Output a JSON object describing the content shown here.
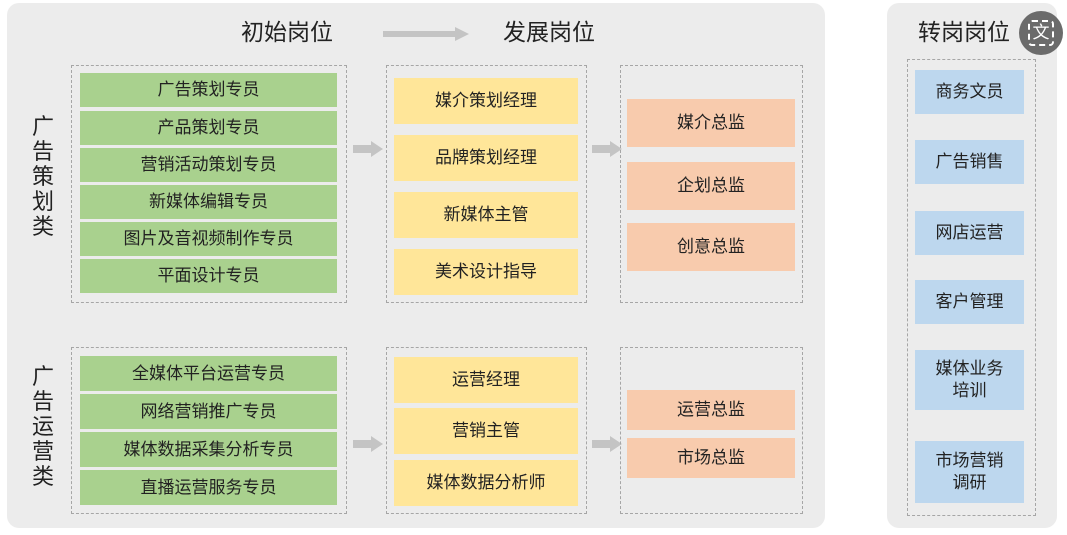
{
  "headers": {
    "initial": "初始岗位",
    "development": "发展岗位",
    "transfer": "转岗岗位"
  },
  "groups": [
    {
      "label": "广告策划类",
      "initial": [
        "广告策划专员",
        "产品策划专员",
        "营销活动策划专员",
        "新媒体编辑专员",
        "图片及音视频制作专员",
        "平面设计专员"
      ],
      "development": [
        "媒介策划经理",
        "品牌策划经理",
        "新媒体主管",
        "美术设计指导"
      ],
      "director": [
        "媒介总监",
        "企划总监",
        "创意总监"
      ]
    },
    {
      "label": "广告运营类",
      "initial": [
        "全媒体平台运营专员",
        "网络营销推广专员",
        "媒体数据采集分析专员",
        "直播运营服务专员"
      ],
      "development": [
        "运营经理",
        "营销主管",
        "媒体数据分析师"
      ],
      "director": [
        "运营总监",
        "市场总监"
      ]
    }
  ],
  "transfer": [
    "商务文员",
    "广告销售",
    "网店运营",
    "客户管理",
    "媒体业务培训",
    "市场营销调研"
  ],
  "translate_icon_glyph": "文",
  "colors": {
    "initial": "#a9d18e",
    "development": "#ffe699",
    "director": "#f8cbad",
    "transfer": "#bdd7ee",
    "panel": "#ececec"
  }
}
